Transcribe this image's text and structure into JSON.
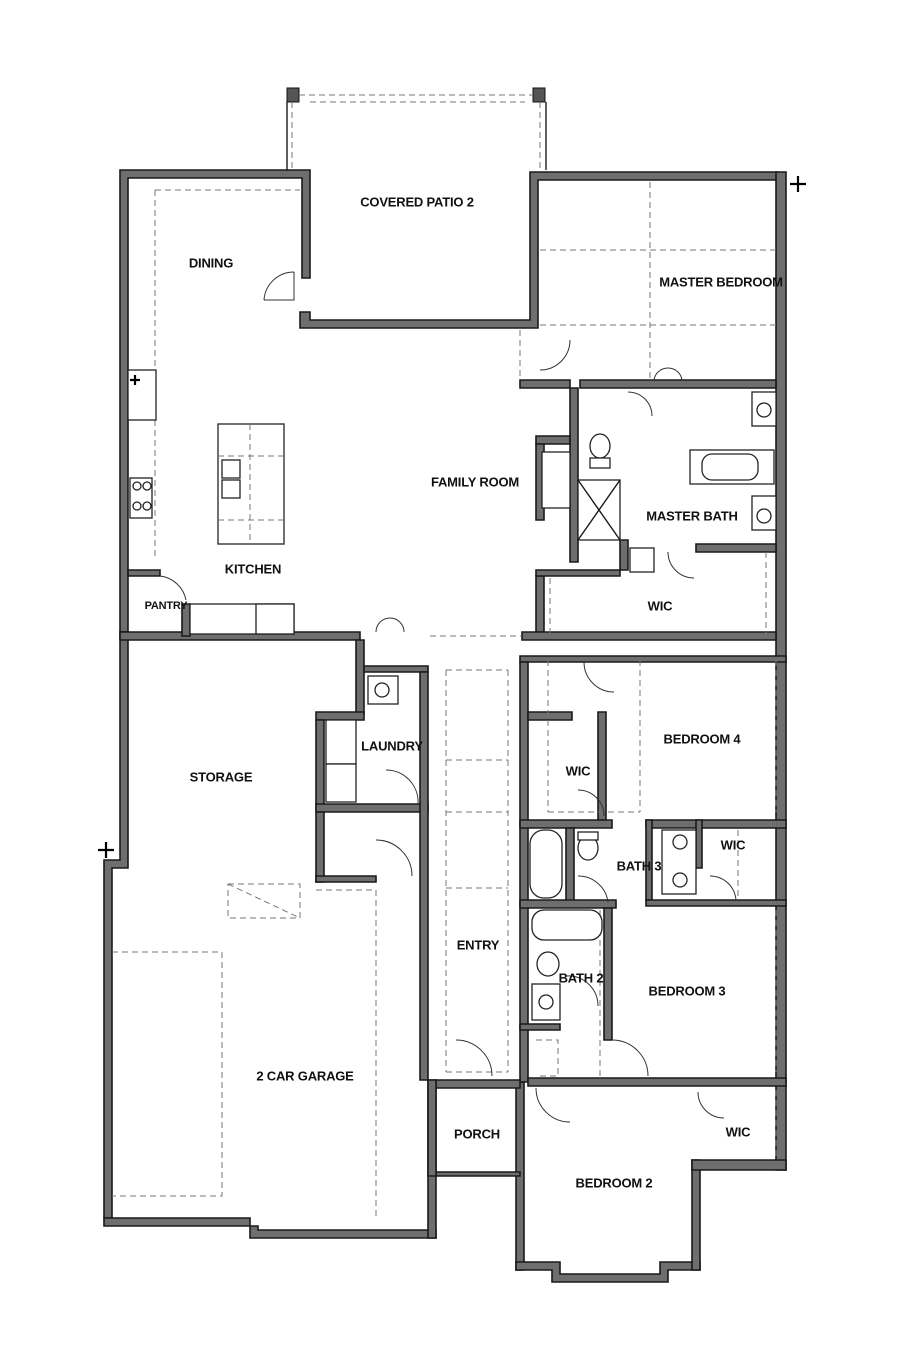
{
  "rooms": {
    "covered_patio": "COVERED PATIO 2",
    "dining": "DINING",
    "master_bedroom": "MASTER BEDROOM",
    "family_room": "FAMILY ROOM",
    "master_bath": "MASTER BATH",
    "kitchen": "KITCHEN",
    "pantry": "PANTRY",
    "master_wic": "WIC",
    "laundry": "LAUNDRY",
    "storage": "STORAGE",
    "bedroom4": "BEDROOM 4",
    "wic_bed4": "WIC",
    "bath3": "BATH 3",
    "wic_bath3": "WIC",
    "entry": "ENTRY",
    "bath2": "BATH 2",
    "bedroom3": "BEDROOM 3",
    "garage": "2 CAR GARAGE",
    "porch": "PORCH",
    "wic_bed2": "WIC",
    "bedroom2": "BEDROOM 2"
  }
}
